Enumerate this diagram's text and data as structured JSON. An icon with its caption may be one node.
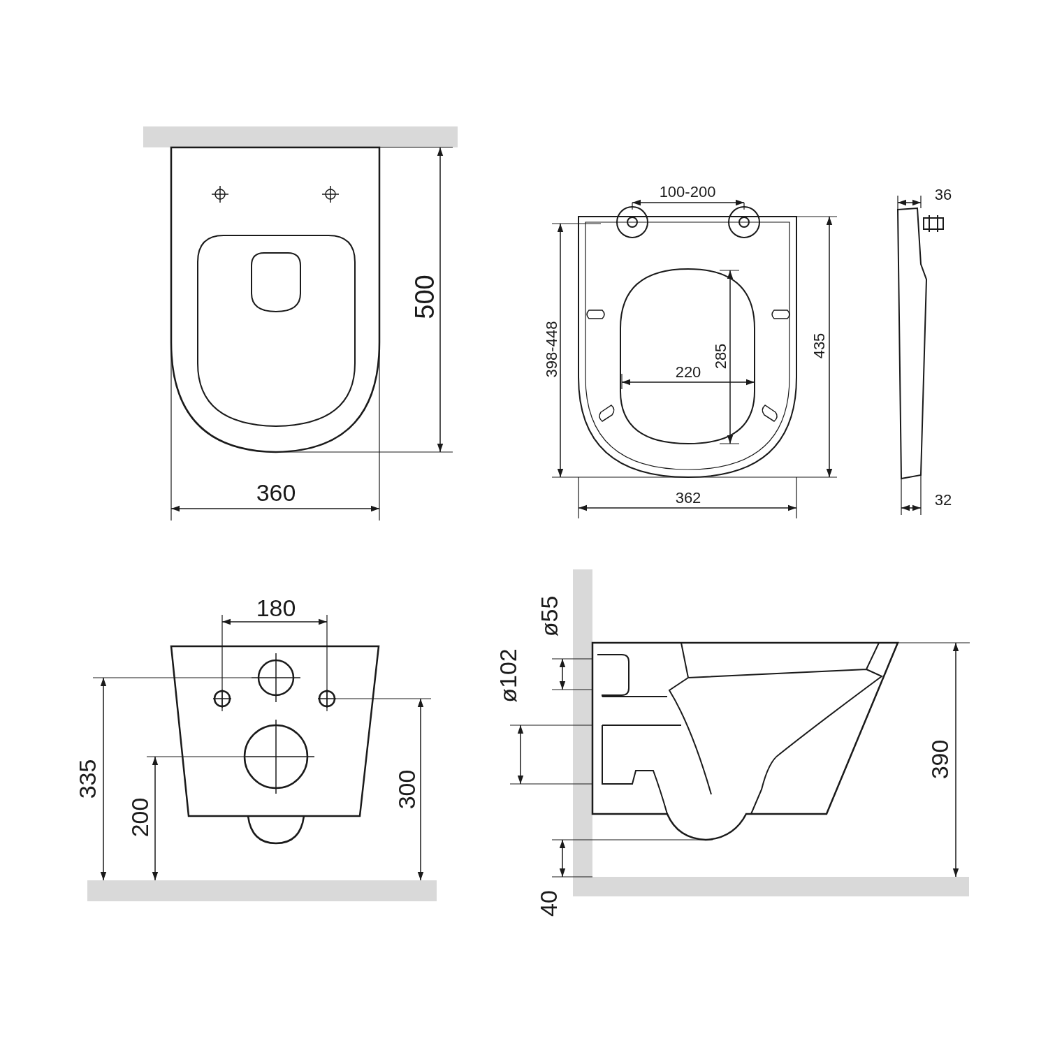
{
  "diagram": {
    "labels": [
      "100-200",
      "36",
      "500",
      "398-448",
      "435",
      "285",
      "220",
      "360",
      "362",
      "32",
      "180",
      "ø55",
      "ø102",
      "335",
      "200",
      "300",
      "390",
      "40"
    ]
  }
}
